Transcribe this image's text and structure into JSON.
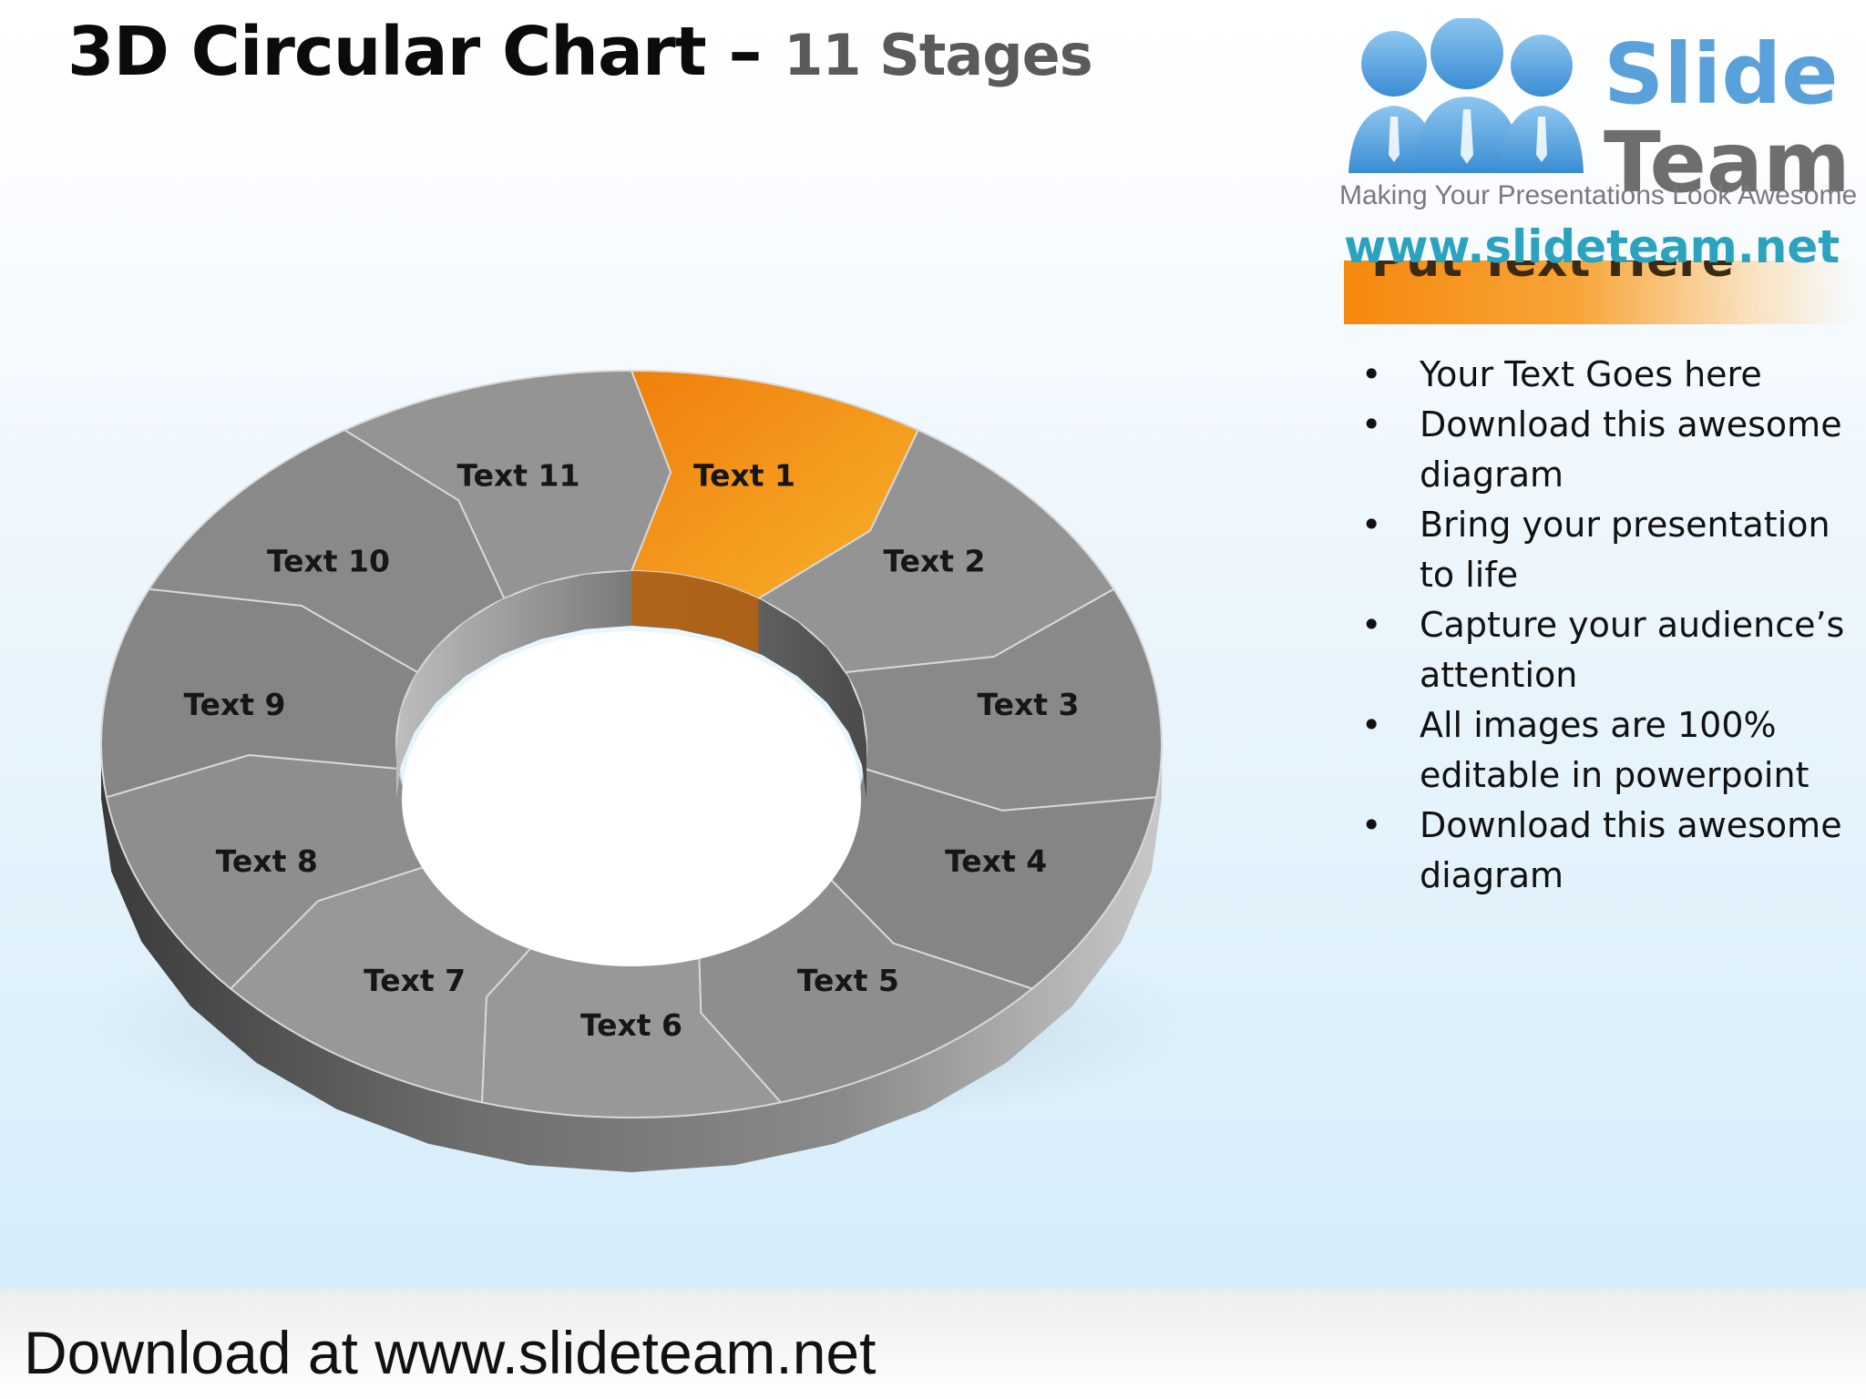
{
  "title": {
    "main": "3D Circular Chart",
    "dash": " – ",
    "sub": "11 Stages"
  },
  "logo": {
    "word1": "Slide",
    "word2": "Team",
    "tagline": "Making Your Presentations Look Awesome",
    "url": "www.slideteam.net",
    "icon": "people-icon"
  },
  "heading": "Put Text Here",
  "bullets": [
    "Your Text Goes here",
    "Download this awesome diagram",
    "Bring your presentation to life",
    "Capture your audience’s attention",
    "All images are 100% editable in powerpoint",
    "Download this awesome diagram"
  ],
  "diagram": {
    "stages": [
      "Text 1",
      "Text 2",
      "Text 3",
      "Text 4",
      "Text 5",
      "Text 6",
      "Text 7",
      "Text 8",
      "Text 9",
      "Text 10",
      "Text 11"
    ],
    "highlight_index": 0,
    "highlight_color": "#f39a1c",
    "segment_color": "#8e8e8e"
  },
  "footer": "Download at www.slideteam.net"
}
